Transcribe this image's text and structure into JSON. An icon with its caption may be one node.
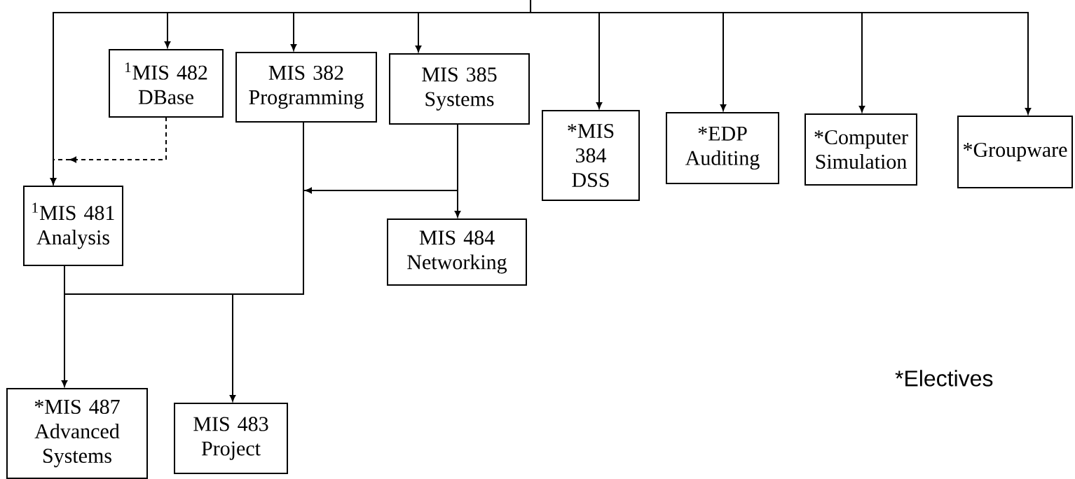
{
  "diagram": {
    "nodes": [
      {
        "text": [
          "$^{1}$MIS 482 DBase"
        ]
      },
      {
        "text": [
          "MIS 382 Programming"
        ]
      },
      {
        "text": [
          "MIS 385 Systems"
        ]
      },
      {
        "text": [
          "*MIS 384 DSS"
        ]
      },
      {
        "text": [
          "*EDP Auditing"
        ]
      },
      {
        "text": [
          "*Computer Simulation"
        ]
      },
      {
        "text": [
          "*Groupware"
        ]
      },
      {
        "text": [
          "$^{1}$MIS 481 Analysis"
        ]
      },
      {
        "text": [
          "MIS 484 Networking"
        ]
      },
      {
        "text": [
          "*MIS 487 Advanced Systems"
        ]
      },
      {
        "text": [
          "MIS 483 Project"
        ]
      }
    ],
    "edges": [
      {
        "from": null,
        "to": 7,
        "arrow": "to"
      },
      {
        "from": null,
        "to": 0,
        "arrow": "to"
      },
      {
        "from": null,
        "to": 1,
        "arrow": "to"
      },
      {
        "from": null,
        "to": 2,
        "arrow": "to"
      },
      {
        "from": null,
        "to": 3,
        "arrow": "to"
      },
      {
        "from": null,
        "to": 4,
        "arrow": "to"
      },
      {
        "from": null,
        "to": 5,
        "arrow": "to"
      },
      {
        "from": null,
        "to": 6,
        "arrow": "to"
      },
      {
        "from": 0,
        "to": 7,
        "arrow": "to",
        "style": "dashed"
      },
      {
        "from": 2,
        "to": 8,
        "arrow": "to"
      },
      {
        "from": 7,
        "to": 9,
        "arrow": "to"
      },
      {
        "from": 7,
        "to": 10,
        "arrow": "to"
      },
      {
        "from": 1,
        "to": 9,
        "arrow": "to"
      },
      {
        "from": 1,
        "to": 10,
        "arrow": "to"
      },
      {
        "from": 2,
        "to": 9,
        "arrow": "to"
      },
      {
        "from": 2,
        "to": 10,
        "arrow": "to"
      }
    ],
    "labels": [
      "*Electives"
    ]
  }
}
